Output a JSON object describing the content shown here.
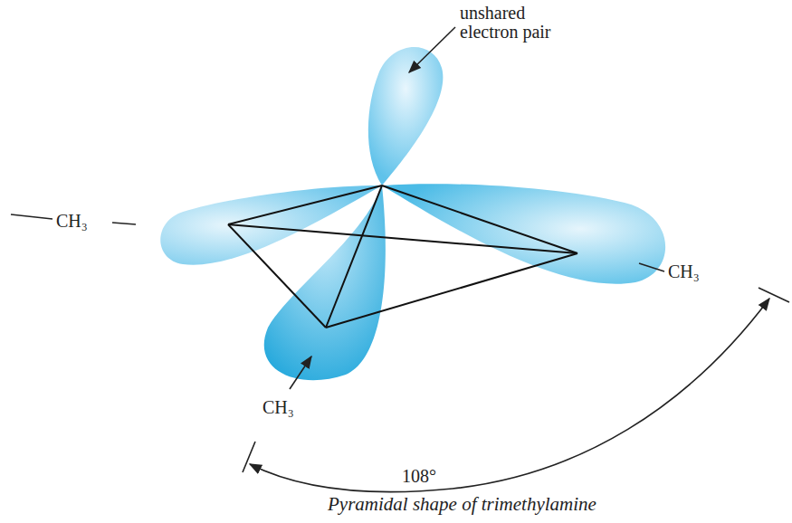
{
  "diagram": {
    "caption": "Pyramidal shape of trimethylamine",
    "labels": [
      "unshared electron pair",
      "CH₃",
      "CH₃",
      "CH₃",
      "108°"
    ]
  }
}
